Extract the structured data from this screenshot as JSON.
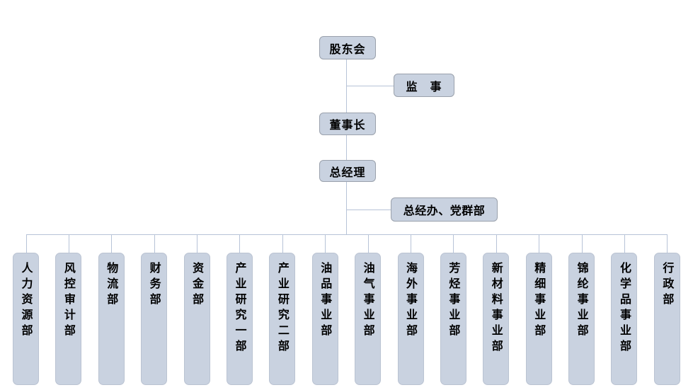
{
  "org": {
    "shareholders": "股东会",
    "supervisor": "监　事",
    "chairman": "董事长",
    "general_manager": "总经理",
    "gm_office": "总经办、党群部",
    "departments": [
      "人力资源部",
      "风控审计部",
      "物流部",
      "财务部",
      "资金部",
      "产业研究一部",
      "产业研究二部",
      "油品事业部",
      "油气事业部",
      "海外事业部",
      "芳烃事业部",
      "新材料事业部",
      "精细事业部",
      "锦纶事业部",
      "化学品事业部",
      "行政部"
    ]
  },
  "colors": {
    "node_fill": "#c9d2e0",
    "node_border": "#9aa1ac",
    "dept_border": "#bac3d2",
    "connector": "#b7c3d7",
    "text": "#000000"
  }
}
